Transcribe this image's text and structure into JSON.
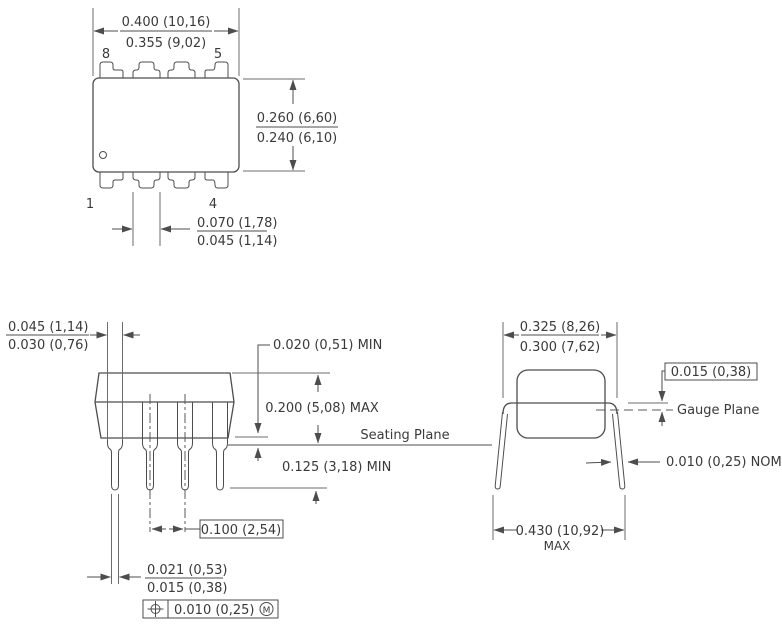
{
  "drawing": {
    "top_view": {
      "pin_top_left": "8",
      "pin_top_right": "5",
      "pin_bottom_left": "1",
      "pin_bottom_right": "4",
      "width_max": "0.400 (10,16)",
      "width_min": "0.355 (9,02)",
      "depth_max": "0.260 (6,60)",
      "depth_min": "0.240 (6,10)",
      "lead_shoulder_max": "0.070 (1,78)",
      "lead_shoulder_min": "0.045 (1,14)"
    },
    "front_view": {
      "shoulder_width_max": "0.045 (1,14)",
      "shoulder_width_min": "0.030 (0,76)",
      "standoff": "0.020 (0,51) MIN",
      "body_height": "0.200 (5,08) MAX",
      "seating_plane": "Seating Plane",
      "lead_length": "0.125 (3,18) MIN",
      "pitch": "0.100 (2,54)",
      "lead_width_max": "0.021 (0,53)",
      "lead_width_min": "0.015 (0,38)",
      "position_tolerance": "0.010 (0,25)",
      "material_condition": "M"
    },
    "end_view": {
      "span_max": "0.325 (8,26)",
      "span_min": "0.300 (7,62)",
      "gauge_offset": "0.015 (0,38)",
      "gauge_plane": "Gauge Plane",
      "lead_thickness": "0.010 (0,25) NOM",
      "overall_span": "0.430 (10,92)",
      "overall_span_qualifier": "MAX"
    },
    "colors": {
      "line": "#4d4d4d",
      "text": "#3a3a3a",
      "background": "#ffffff"
    }
  }
}
